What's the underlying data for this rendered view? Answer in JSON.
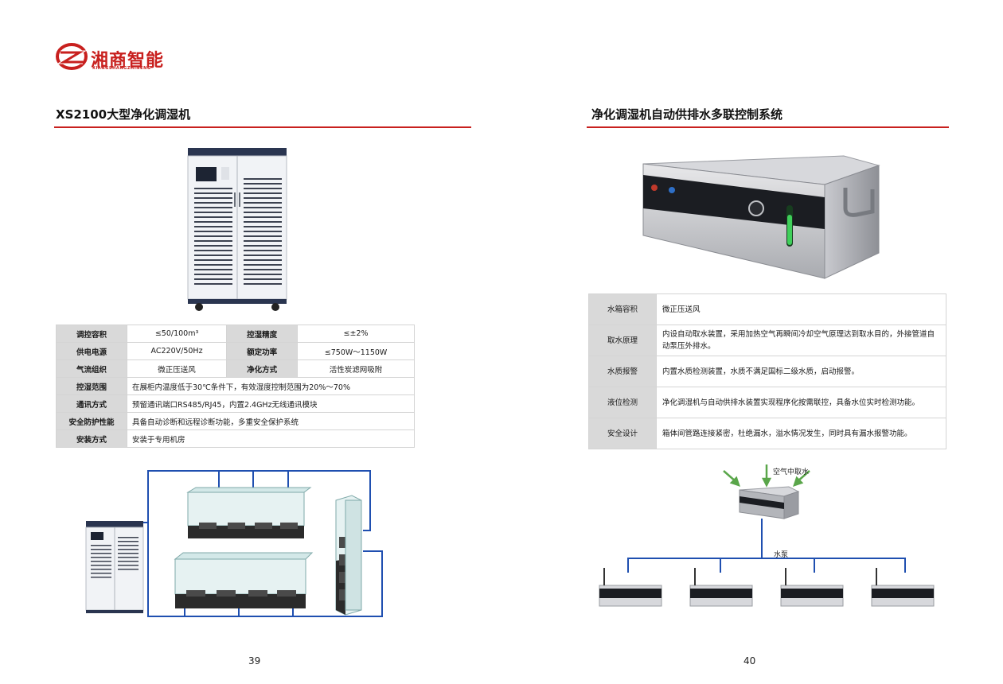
{
  "brand": {
    "name_cn": "湘商智能",
    "name_en": "XIANGSHANGZHINENG"
  },
  "left_page": {
    "title": "XS2100大型净化调湿机",
    "specs": [
      {
        "k1": "调控容积",
        "v1": "≤50/100m³",
        "k2": "控湿精度",
        "v2": "≤±2%"
      },
      {
        "k1": "供电电源",
        "v1": "AC220V/50Hz",
        "k2": "额定功率",
        "v2": "≤750W～1150W"
      },
      {
        "k1": "气流组织",
        "v1": "微正压送风",
        "k2": "净化方式",
        "v2": "活性炭滤网吸附"
      }
    ],
    "wide_specs": [
      {
        "k": "控湿范围",
        "v": "在展柜内温度低于30℃条件下，有效湿度控制范围为20%～70%"
      },
      {
        "k": "通讯方式",
        "v": "预留通讯端口RS485/RJ45，内置2.4GHz无线通讯模块"
      },
      {
        "k": "安全防护性能",
        "v": "具备自动诊断和远程诊断功能，多重安全保护系统"
      },
      {
        "k": "安装方式",
        "v": "安装于专用机房"
      }
    ],
    "page_number": "39"
  },
  "right_page": {
    "title": "净化调湿机自动供排水多联控制系统",
    "rows": [
      {
        "k": "水箱容积",
        "v": "微正压送风"
      },
      {
        "k": "取水原理",
        "v": "内设自动取水装置，采用加热空气再瞬间冷却空气原理达到取水目的，外接管道自动泵压外排水。"
      },
      {
        "k": "水质报警",
        "v": "内置水质检测装置，水质不满足国标二级水质，启动报警。"
      },
      {
        "k": "液位检测",
        "v": "净化调湿机与自动供排水装置实现程序化按需联控，具备水位实时检测功能。"
      },
      {
        "k": "安全设计",
        "v": "箱体间管路连接紧密，杜绝漏水，溢水情况发生，同时具有漏水报警功能。"
      }
    ],
    "diagram": {
      "air_label": "空气中取水",
      "pump_label": "水泵"
    },
    "page_number": "40"
  },
  "colors": {
    "accent": "#c8201e",
    "pipe": "#1f4fb0",
    "header_cell": "#d9d9d9"
  }
}
